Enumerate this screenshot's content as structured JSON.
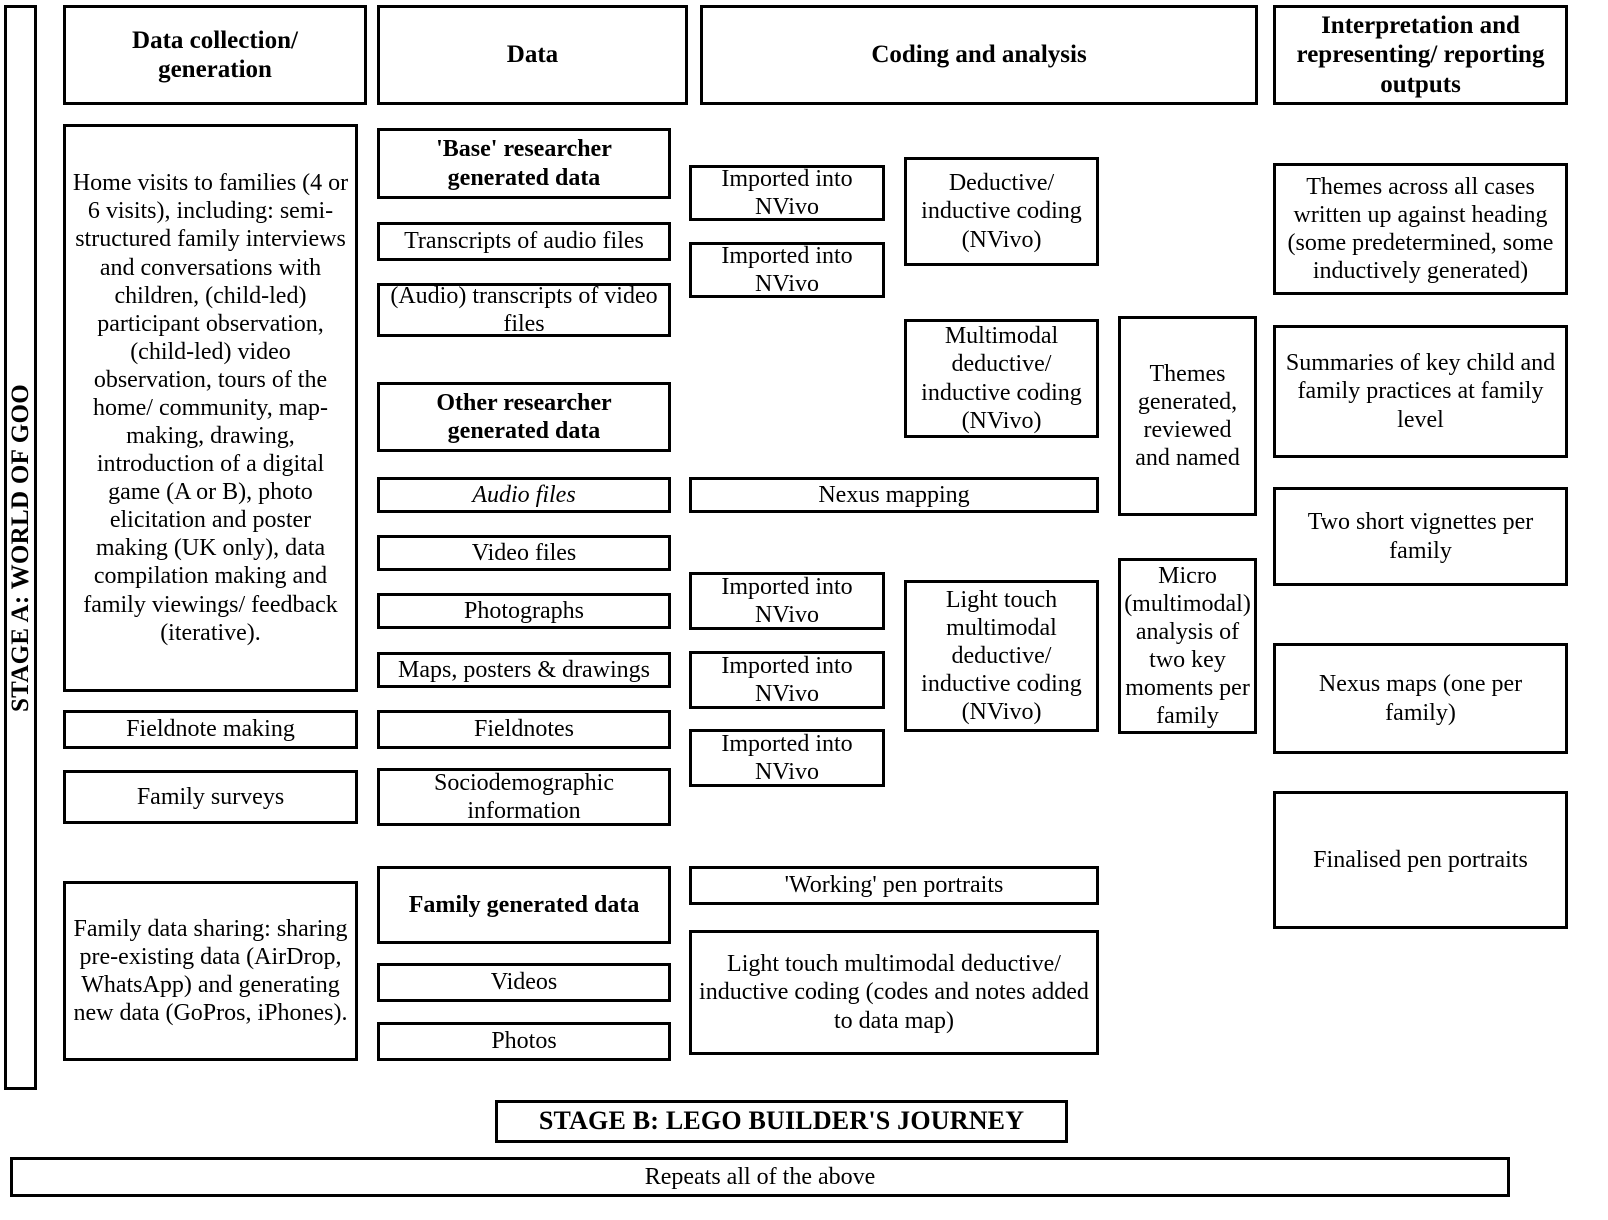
{
  "stage_a_label": "STAGE A: WORLD OF GOO",
  "headers": [
    {
      "id": "data-collection",
      "label": "Data collection/ generation"
    },
    {
      "id": "data",
      "label": "Data"
    },
    {
      "id": "coding-analysis",
      "label": "Coding and analysis"
    },
    {
      "id": "interpretation",
      "label": "Interpretation and representing/ reporting outputs"
    }
  ],
  "col_data_collection": [
    {
      "id": "home-visits",
      "label": "Home visits to families (4 or 6 visits), including: semi-structured family interviews and conversations with children, (child-led) participant observation, (child-led) video observation, tours of the home/ community, map-making, drawing, introduction of a digital game (A or B), photo elicitation and poster making (UK only), data compilation making and family viewings/ feedback (iterative)."
    },
    {
      "id": "fieldnote-making",
      "label": "Fieldnote making"
    },
    {
      "id": "family-surveys",
      "label": "Family surveys"
    },
    {
      "id": "family-data-sharing",
      "label": "Family data sharing: sharing pre-existing data (AirDrop, WhatsApp) and generating new data (GoPros, iPhones)."
    }
  ],
  "col_data": [
    {
      "id": "base-researcher-generated-data",
      "label": "'Base' researcher generated data",
      "bold": true
    },
    {
      "id": "transcripts-audio",
      "label": "Transcripts of audio files",
      "bold": false
    },
    {
      "id": "transcripts-video",
      "label": "(Audio) transcripts of video files",
      "bold": false
    },
    {
      "id": "other-researcher-generated-data",
      "label": "Other researcher generated data",
      "bold": true
    },
    {
      "id": "audio-files",
      "label": "Audio files",
      "bold": false,
      "italic": true
    },
    {
      "id": "video-files",
      "label": "Video files",
      "bold": false
    },
    {
      "id": "photographs",
      "label": "Photographs",
      "bold": false
    },
    {
      "id": "maps-posters-drawings",
      "label": "Maps, posters & drawings",
      "bold": false
    },
    {
      "id": "fieldnotes",
      "label": "Fieldnotes",
      "bold": false
    },
    {
      "id": "sociodemographic-information",
      "label": "Sociodemographic information",
      "bold": false
    },
    {
      "id": "family-generated-data",
      "label": "Family generated data",
      "bold": true
    },
    {
      "id": "videos",
      "label": "Videos",
      "bold": false
    },
    {
      "id": "photos",
      "label": "Photos",
      "bold": false
    }
  ],
  "col_coding": [
    {
      "id": "imported-nvivo-1",
      "label": "Imported into NVivo"
    },
    {
      "id": "imported-nvivo-2",
      "label": "Imported into NVivo"
    },
    {
      "id": "deductive-inductive-coding",
      "label": "Deductive/ inductive coding (NVivo)"
    },
    {
      "id": "multimodal-deductive-inductive-coding",
      "label": "Multimodal deductive/ inductive coding (NVivo)"
    },
    {
      "id": "themes-generated",
      "label": "Themes generated, reviewed and named"
    },
    {
      "id": "nexus-mapping",
      "label": "Nexus mapping"
    },
    {
      "id": "imported-nvivo-3",
      "label": "Imported into NVivo"
    },
    {
      "id": "imported-nvivo-4",
      "label": "Imported into NVivo"
    },
    {
      "id": "imported-nvivo-5",
      "label": "Imported into NVivo"
    },
    {
      "id": "light-touch-multimodal-coding",
      "label": "Light touch multimodal deductive/ inductive coding (NVivo)"
    },
    {
      "id": "micro-multimodal-analysis",
      "label": "Micro (multimodal) analysis of two key moments per family"
    },
    {
      "id": "working-pen-portraits",
      "label": "'Working' pen portraits"
    },
    {
      "id": "light-touch-coding-data-map",
      "label": "Light touch multimodal deductive/ inductive coding (codes and notes added to data map)"
    }
  ],
  "col_interpretation": [
    {
      "id": "themes-across-all-cases",
      "label": "Themes across all cases written up against heading (some predetermined, some inductively generated)"
    },
    {
      "id": "summaries-key-practices",
      "label": "Summaries of key child and family practices at family level"
    },
    {
      "id": "two-short-vignettes",
      "label": "Two short vignettes per family"
    },
    {
      "id": "nexus-maps",
      "label": "Nexus maps (one per family)"
    },
    {
      "id": "finalised-pen-portraits",
      "label": "Finalised pen portraits"
    }
  ],
  "stage_b_label": "STAGE B: LEGO BUILDER'S JOURNEY",
  "repeats_label": "Repeats all of the above",
  "colors": {
    "border": "#000000",
    "background": "#ffffff",
    "text": "#000000"
  }
}
